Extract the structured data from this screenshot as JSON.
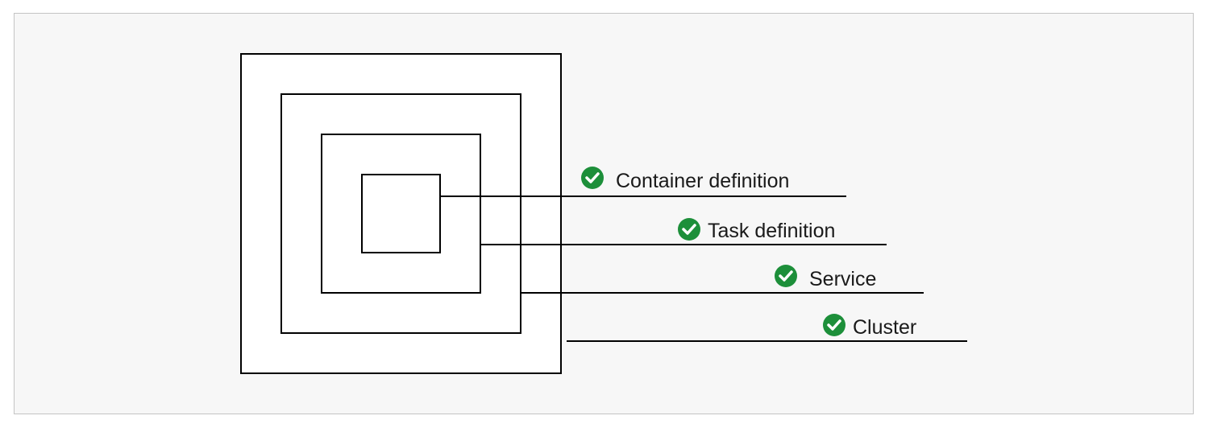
{
  "diagram": {
    "colors": {
      "line": "#000000",
      "box_fill": "#ffffff",
      "check_fill": "#1d8f3a",
      "check_mark": "#ffffff",
      "background": "#f7f7f7"
    },
    "layers": [
      {
        "label": "Container definition",
        "icon": "check-circle-icon"
      },
      {
        "label": "Task definition",
        "icon": "check-circle-icon"
      },
      {
        "label": "Service",
        "icon": "check-circle-icon"
      },
      {
        "label": "Cluster",
        "icon": "check-circle-icon"
      }
    ]
  }
}
